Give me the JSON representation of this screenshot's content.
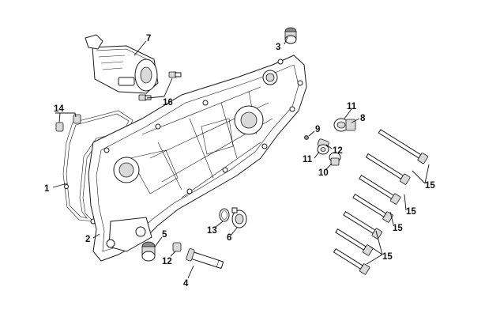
{
  "diagram": {
    "callouts": [
      {
        "id": "c7",
        "text": "7"
      },
      {
        "id": "c3",
        "text": "3"
      },
      {
        "id": "c16",
        "text": "16"
      },
      {
        "id": "c14",
        "text": "14"
      },
      {
        "id": "c1",
        "text": "1"
      },
      {
        "id": "c11a",
        "text": "11"
      },
      {
        "id": "c8",
        "text": "8"
      },
      {
        "id": "c9",
        "text": "9"
      },
      {
        "id": "c12a",
        "text": "12"
      },
      {
        "id": "c11b",
        "text": "11"
      },
      {
        "id": "c10",
        "text": "10"
      },
      {
        "id": "c15a",
        "text": "15"
      },
      {
        "id": "c15b",
        "text": "15"
      },
      {
        "id": "c15c",
        "text": "15"
      },
      {
        "id": "c15d",
        "text": "15"
      },
      {
        "id": "c13",
        "text": "13"
      },
      {
        "id": "c6",
        "text": "6"
      },
      {
        "id": "c2",
        "text": "2"
      },
      {
        "id": "c5",
        "text": "5"
      },
      {
        "id": "c12b",
        "text": "12"
      },
      {
        "id": "c4",
        "text": "4"
      }
    ]
  }
}
